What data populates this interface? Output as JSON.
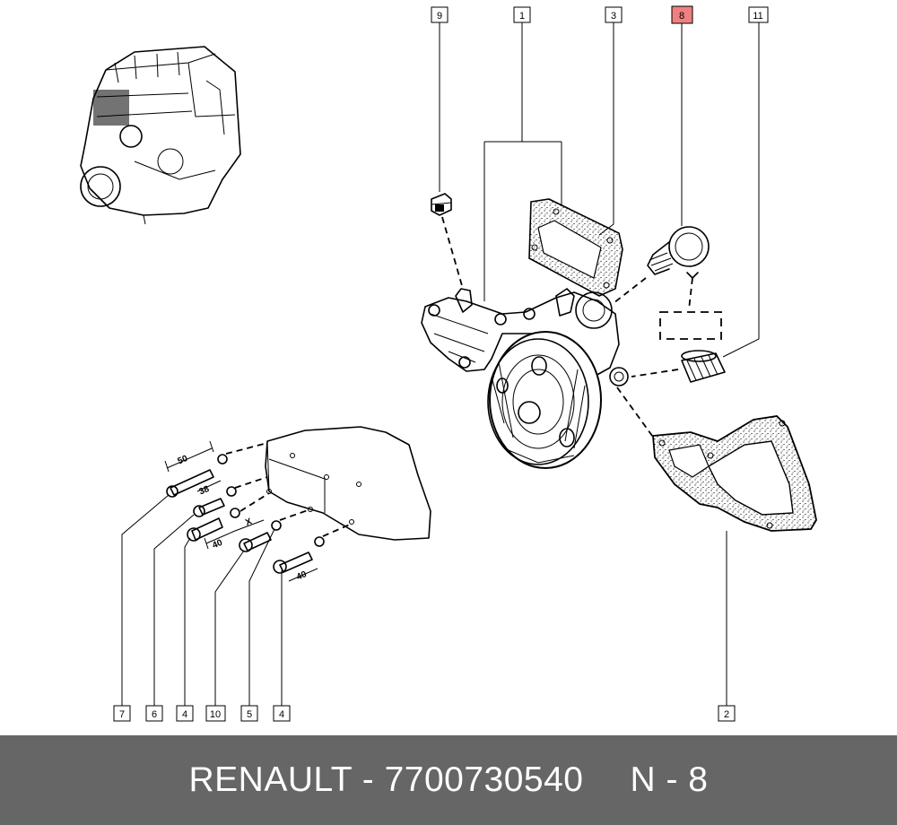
{
  "footer": {
    "part_text": "RENAULT - 7700730540",
    "ref_text": "N - 8",
    "background": "#666666",
    "text_color": "#ffffff"
  },
  "callouts": {
    "top": [
      "9",
      "1",
      "3",
      "8",
      "11"
    ],
    "bottom": [
      "7",
      "6",
      "4",
      "10",
      "5",
      "4",
      "2"
    ],
    "highlighted": "8",
    "highlight_color": "#f08080"
  },
  "dimensions": {
    "bolt_7": "50",
    "bolt_6": "38",
    "bolt_4": "40",
    "bolt_10": "X",
    "bolt_4b": "40"
  }
}
